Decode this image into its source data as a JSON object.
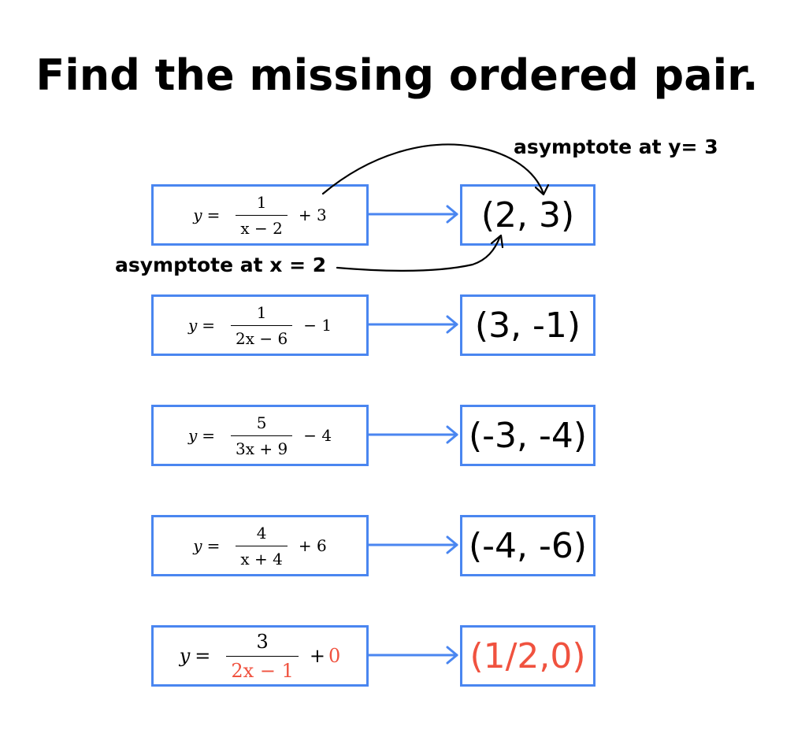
{
  "title": "Find the missing ordered pair.",
  "annotations": {
    "y_asymptote": "asymptote at y= 3",
    "x_asymptote": "asymptote at x = 2"
  },
  "colors": {
    "box_border": "#4a86f0",
    "arrow": "#4a86f0",
    "answer": "#f0523f"
  },
  "rows": [
    {
      "numerator": "1",
      "denominator": "x − 2",
      "tail": "+ 3",
      "pair": "(2, 3)"
    },
    {
      "numerator": "1",
      "denominator": "2x − 6",
      "tail": "− 1",
      "pair": "(3, -1)"
    },
    {
      "numerator": "5",
      "denominator": "3x + 9",
      "tail": "− 4",
      "pair": "(-3, -4)"
    },
    {
      "numerator": "4",
      "denominator": "x + 4",
      "tail": "+ 6",
      "pair": "(-4, -6)"
    },
    {
      "numerator": "3",
      "denominator": "2x − 1",
      "tail_sign": "+",
      "tail_value": "0",
      "pair": "(1/2,0)"
    }
  ]
}
